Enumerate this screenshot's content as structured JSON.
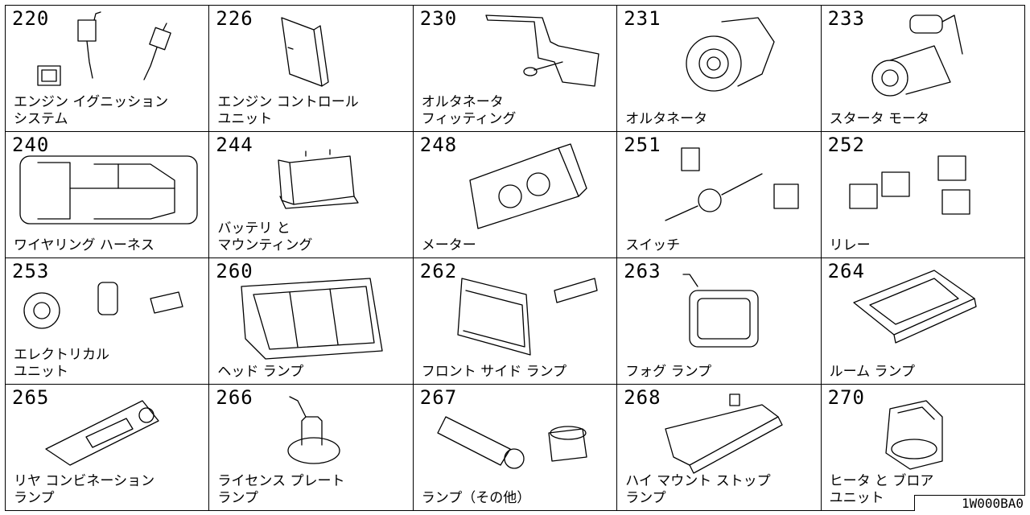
{
  "catalog": {
    "cells": [
      {
        "num": "220",
        "line1": "エンジン イグニッション",
        "line2": "システム",
        "icon": "ignition-system-icon"
      },
      {
        "num": "226",
        "line1": "エンジン コントロール",
        "line2": "ユニット",
        "icon": "ecu-icon"
      },
      {
        "num": "230",
        "line1": "オルタネータ",
        "line2": "フィッティング",
        "icon": "alternator-bracket-icon"
      },
      {
        "num": "231",
        "line1": "オルタネータ",
        "line2": "",
        "icon": "alternator-icon"
      },
      {
        "num": "233",
        "line1": "スタータ モータ",
        "line2": "",
        "icon": "starter-motor-icon"
      },
      {
        "num": "240",
        "line1": "ワイヤリング ハーネス",
        "line2": "",
        "icon": "wiring-harness-icon"
      },
      {
        "num": "244",
        "line1": "バッテリ と",
        "line2": "マウンティング",
        "icon": "battery-icon"
      },
      {
        "num": "248",
        "line1": "メーター",
        "line2": "",
        "icon": "meter-icon"
      },
      {
        "num": "251",
        "line1": "スイッチ",
        "line2": "",
        "icon": "switch-icon"
      },
      {
        "num": "252",
        "line1": "リレー",
        "line2": "",
        "icon": "relay-icon"
      },
      {
        "num": "253",
        "line1": "エレクトリカル",
        "line2": "ユニット",
        "icon": "horn-icon"
      },
      {
        "num": "260",
        "line1": "ヘッド ランプ",
        "line2": "",
        "icon": "headlamp-icon"
      },
      {
        "num": "262",
        "line1": "フロント サイド ランプ",
        "line2": "",
        "icon": "side-lamp-icon"
      },
      {
        "num": "263",
        "line1": "フォグ ランプ",
        "line2": "",
        "icon": "fog-lamp-icon"
      },
      {
        "num": "264",
        "line1": "ルーム ランプ",
        "line2": "",
        "icon": "room-lamp-icon"
      },
      {
        "num": "265",
        "line1": "リヤ コンビネーション",
        "line2": "ランプ",
        "icon": "rear-combination-lamp-icon"
      },
      {
        "num": "266",
        "line1": "ライセンス プレート",
        "line2": "ランプ",
        "icon": "license-lamp-icon"
      },
      {
        "num": "267",
        "line1": "ランプ（その他）",
        "line2": "",
        "icon": "bulb-icon"
      },
      {
        "num": "268",
        "line1": "ハイ マウント ストップ",
        "line2": "ランプ",
        "icon": "high-mount-stop-lamp-icon"
      },
      {
        "num": "270",
        "line1": "ヒータ と ブロア",
        "line2": "ユニット",
        "icon": "heater-blower-icon"
      }
    ]
  },
  "drawing_code": "1W000BA0"
}
